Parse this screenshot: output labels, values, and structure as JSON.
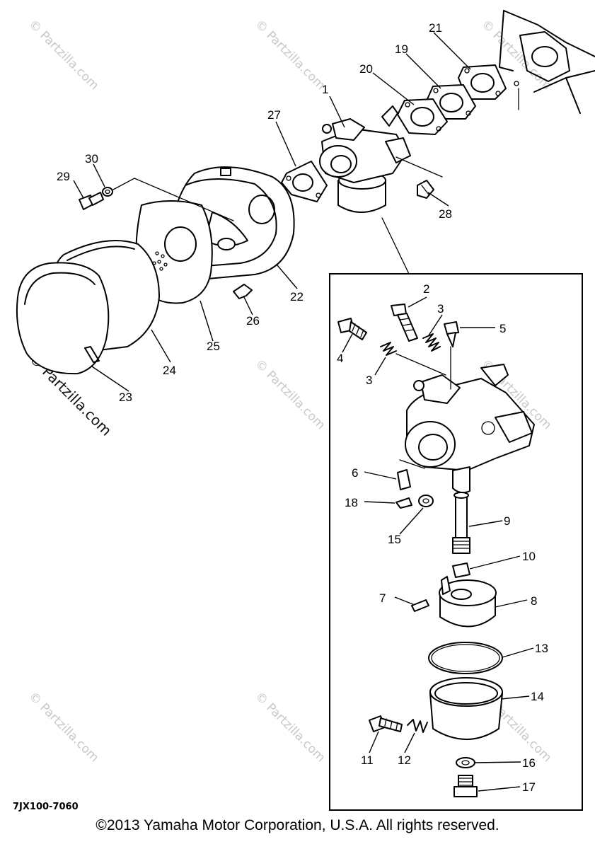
{
  "diagram": {
    "part_labels": [
      "1",
      "2",
      "3",
      "3",
      "4",
      "5",
      "6",
      "7",
      "8",
      "9",
      "10",
      "11",
      "12",
      "13",
      "14",
      "15",
      "16",
      "17",
      "18",
      "19",
      "20",
      "21",
      "22",
      "23",
      "24",
      "25",
      "26",
      "27",
      "28",
      "29",
      "30"
    ],
    "diagram_code": "7JX100-7060",
    "watermark": "© Partzilla.com"
  },
  "footer": {
    "copyright": "©2013  Yamaha Motor Corporation, U.S.A. All rights reserved."
  }
}
